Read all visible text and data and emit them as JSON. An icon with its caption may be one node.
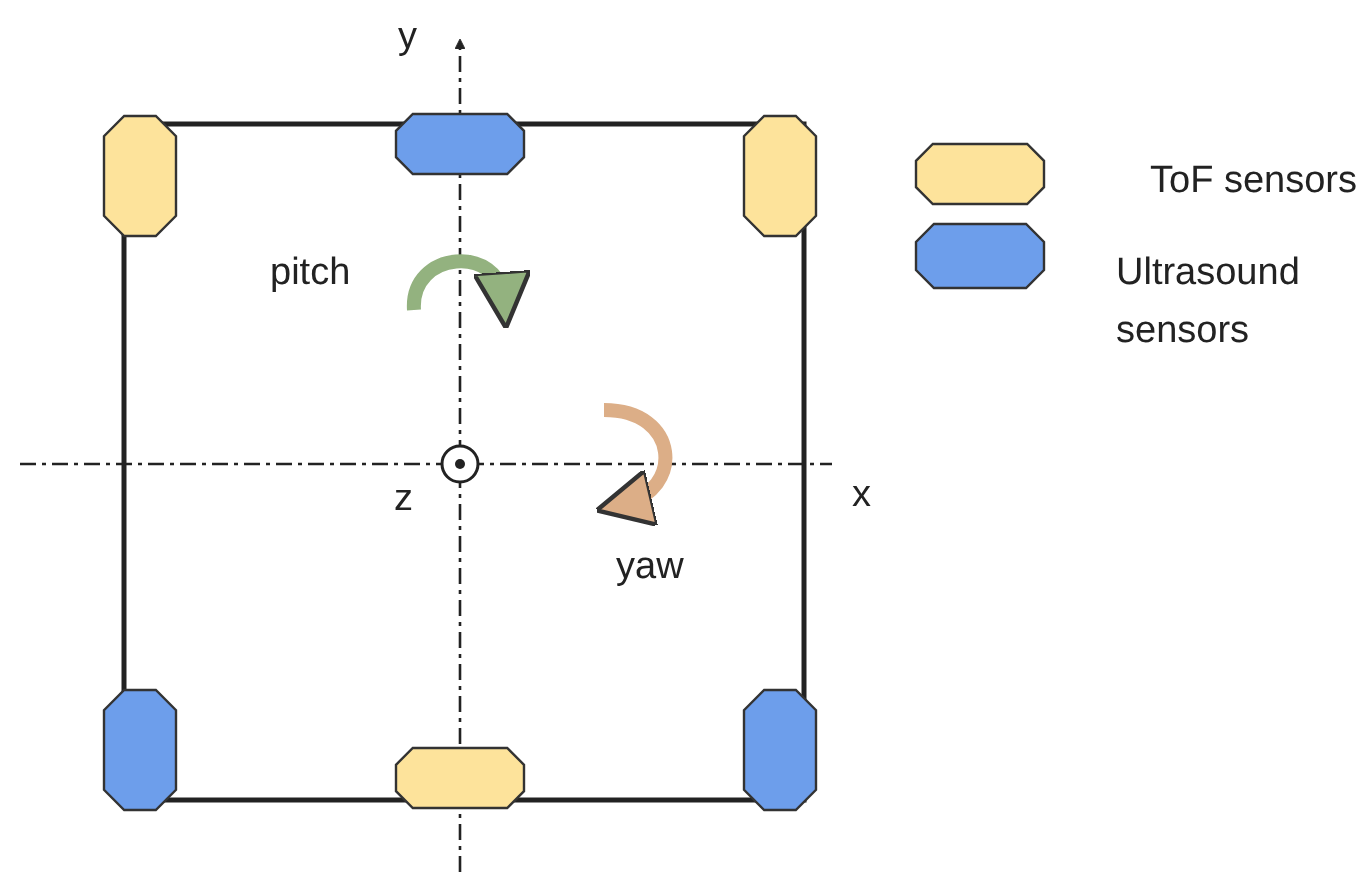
{
  "diagram": {
    "labels": [
      "y",
      "pitch",
      "z",
      "x",
      "yaw"
    ],
    "legend": [
      {
        "text": "ToF sensors",
        "color": "#fde39b"
      },
      {
        "text": "Ultrasound sensors",
        "color": "#6d9eeb"
      }
    ]
  }
}
